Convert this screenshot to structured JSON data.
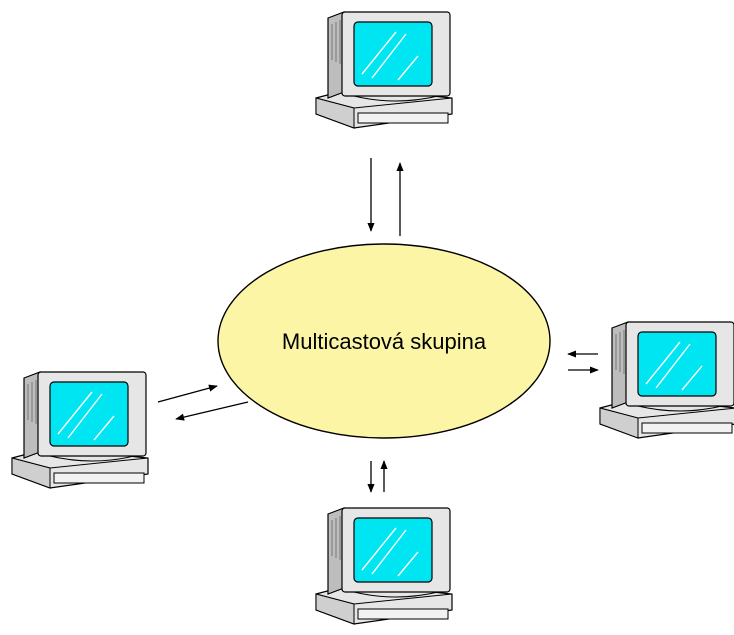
{
  "group": {
    "label": "Multicastová skupina",
    "fill_color": "#fdf5a6"
  },
  "computers": [
    {
      "icon": "computer-icon",
      "position": "top"
    },
    {
      "icon": "computer-icon",
      "position": "left"
    },
    {
      "icon": "computer-icon",
      "position": "right"
    },
    {
      "icon": "computer-icon",
      "position": "bottom"
    }
  ],
  "colors": {
    "screen": "#00e5f2",
    "case": "#e6e6e6",
    "case_shadow": "#bdbdbd",
    "outline": "#000000"
  }
}
